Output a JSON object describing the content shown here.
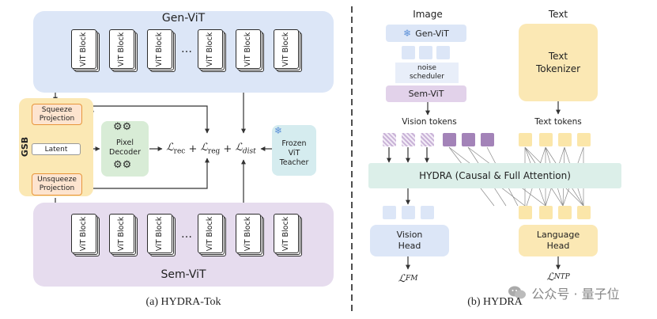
{
  "left": {
    "gen_vit": "Gen-ViT",
    "sem_vit": "Sem-ViT",
    "vit_block": "ViT Block",
    "ellipsis": "…",
    "gsb": "GSB",
    "squeeze": "Squeeze Projection",
    "latent": "Latent",
    "unsqueeze": "Unsqueeze Projection",
    "pixel_decoder": "Pixel Decoder",
    "frozen_teacher": "Frozen ViT Teacher",
    "formula_parts": {
      "rec": "ℒ",
      "rec_sub": "rec",
      "plus1": " + ",
      "reg": "ℒ",
      "reg_sub": "reg",
      "plus2": " + ",
      "dist": "ℒ",
      "dist_sub": "dist"
    },
    "caption": "(a) HYDRA-Tok"
  },
  "right": {
    "image_header": "Image",
    "text_header": "Text",
    "gen_vit": "Gen-ViT",
    "noise_scheduler": "noise scheduler",
    "sem_vit": "Sem-ViT",
    "vision_tokens": "Vision tokens",
    "text_tokens": "Text tokens",
    "text_tokenizer": "Text Tokenizer",
    "hydra": "HYDRA (Causal & Full Attention)",
    "vision_head": "Vision Head",
    "language_head": "Language Head",
    "loss_fm": "ℒ",
    "loss_fm_sub": "FM",
    "loss_ntp": "ℒ",
    "loss_ntp_sub": "NTP",
    "caption": "(b) HYDRA"
  },
  "watermark": "公众号 · 量子位",
  "icons": {
    "gear": "gear-icon",
    "snowflake": "snowflake-icon",
    "wechat": "wechat-icon"
  },
  "colors": {
    "blue_panel": "#dce6f7",
    "purple_panel": "#e6dcee",
    "gsb": "#fbe8b4",
    "orange_border": "#e8953a",
    "green": "#d8ecd6",
    "teal": "#d5ecef",
    "hydra": "#dcefe9"
  }
}
